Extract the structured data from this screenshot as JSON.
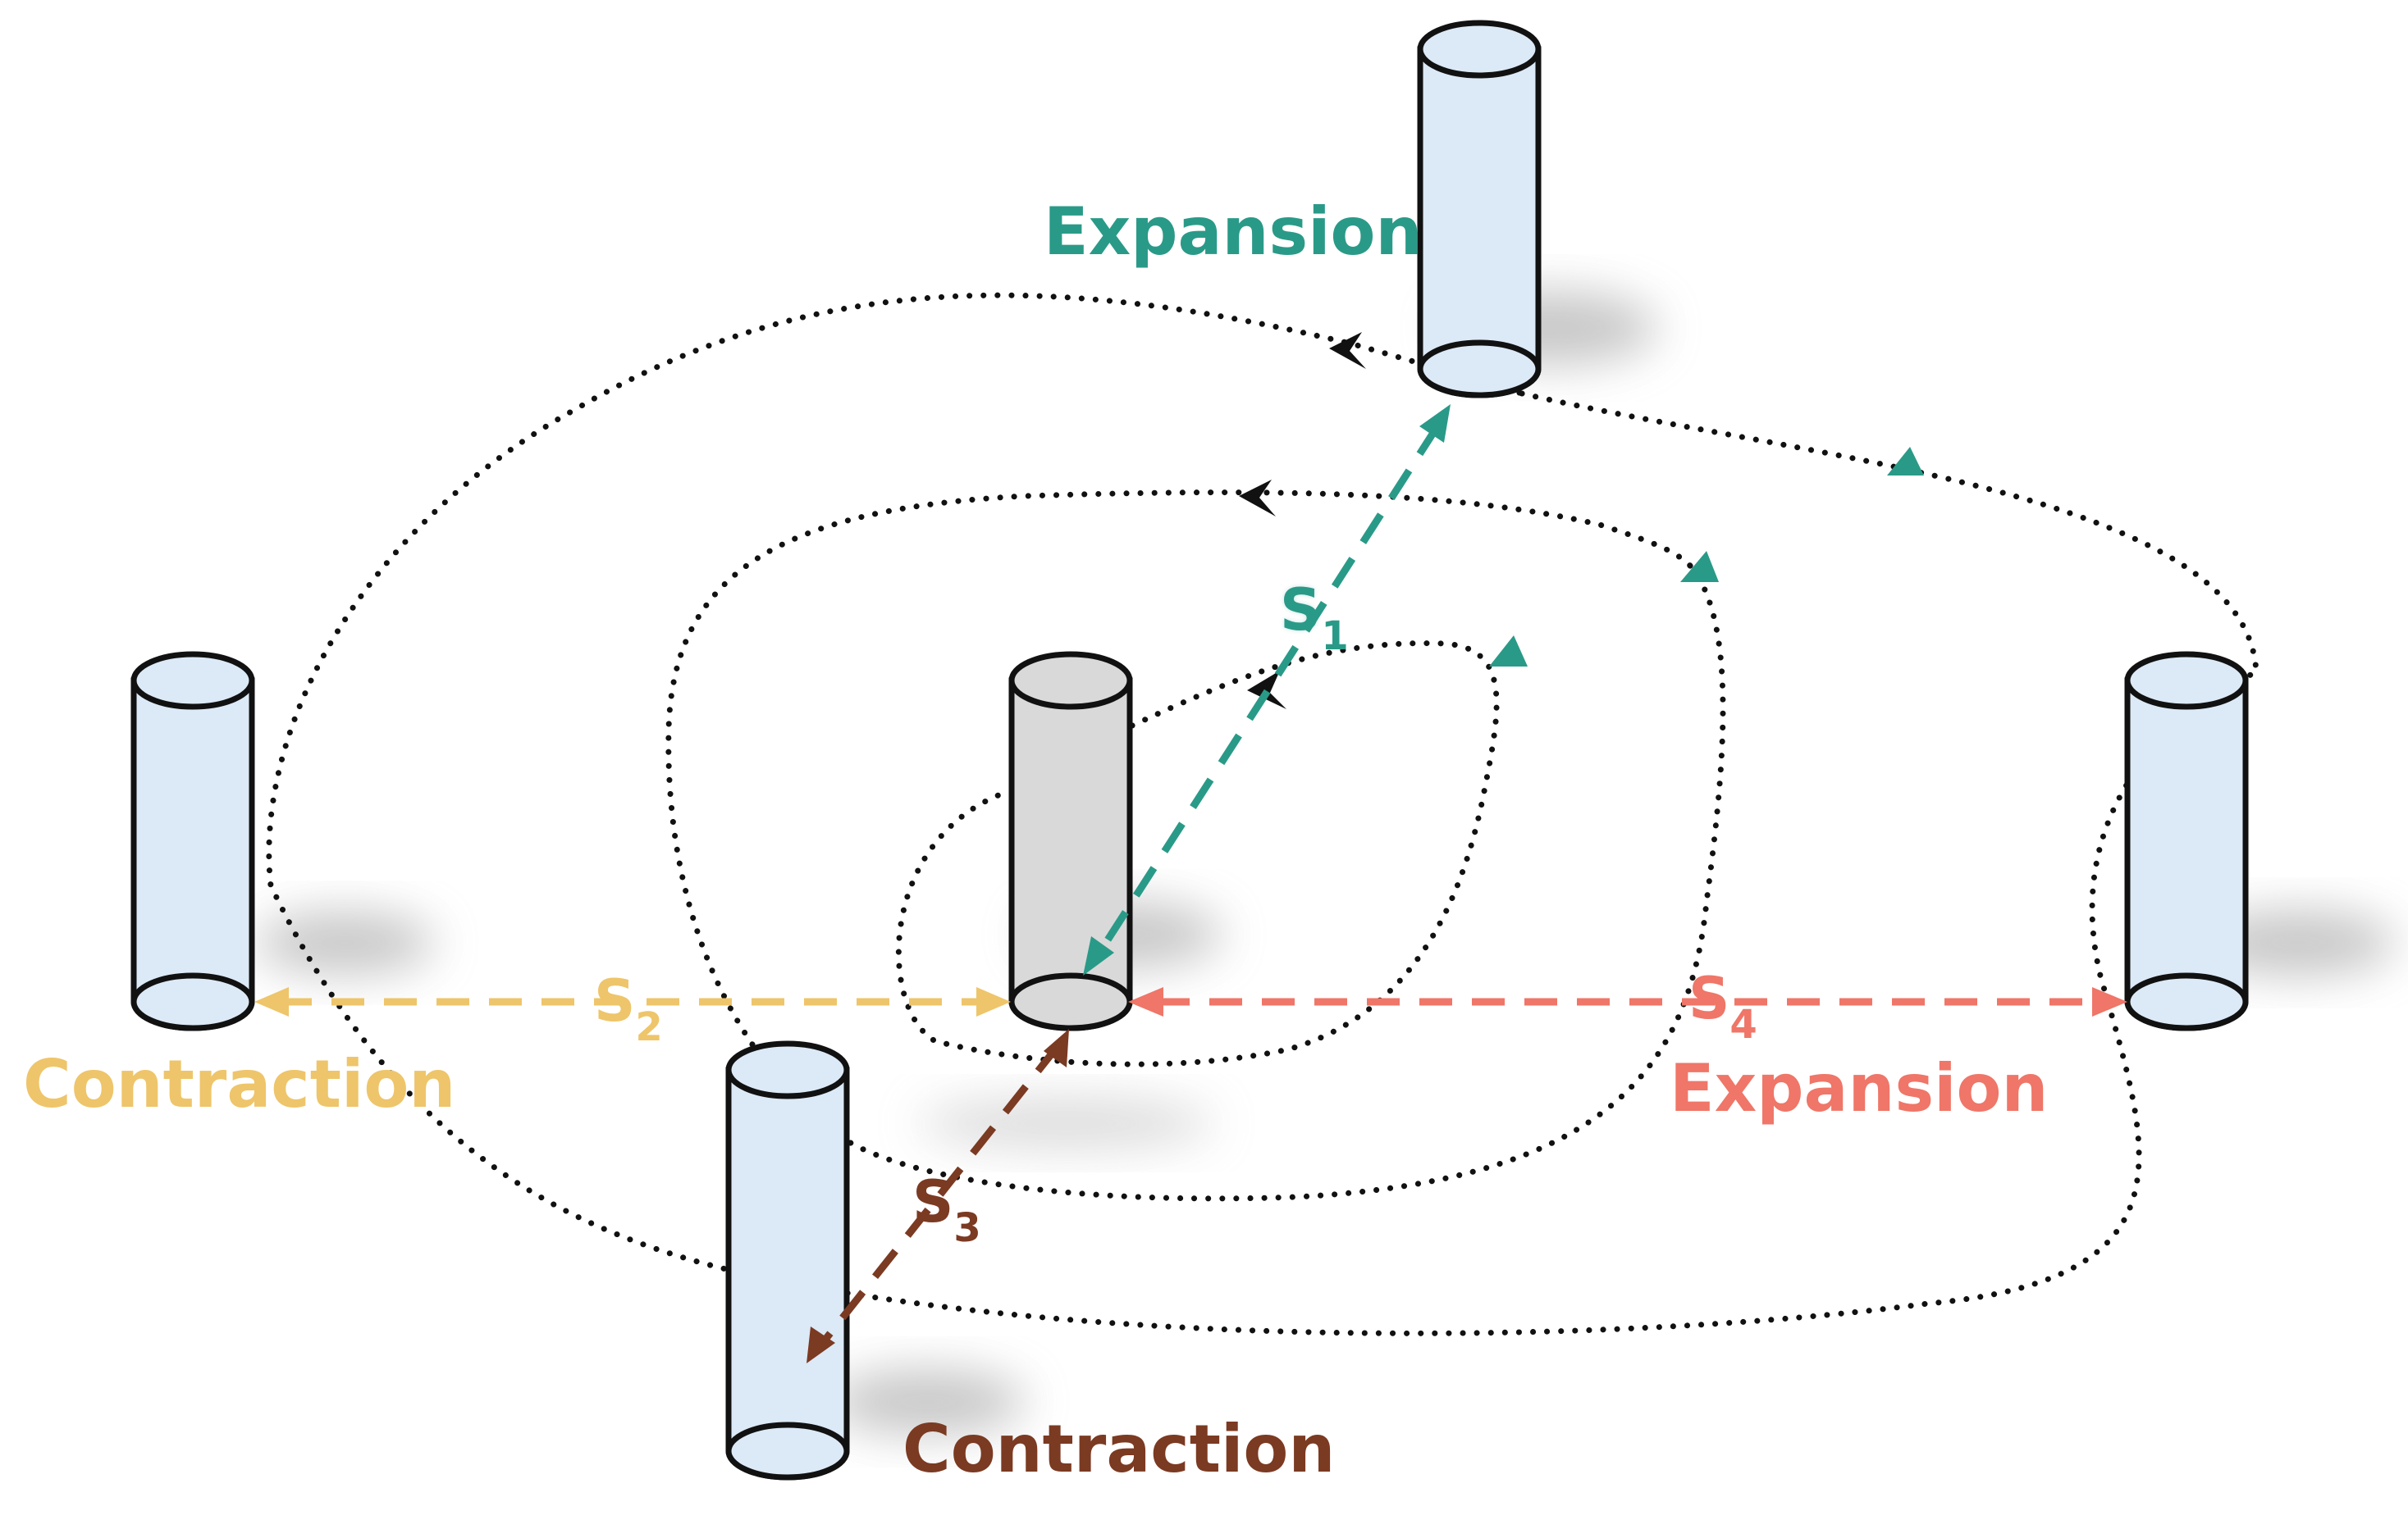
{
  "colors": {
    "teal": "#2a9a88",
    "yellow": "#eec56a",
    "brown": "#7b3a22",
    "salmon": "#ef7668",
    "cylinder_fill": "#dce9f6",
    "center_fill": "#d9d9d9",
    "outline": "#111111"
  },
  "labels": {
    "s1": {
      "main": "S",
      "sub": "1"
    },
    "s2": {
      "main": "S",
      "sub": "2"
    },
    "s3": {
      "main": "S",
      "sub": "3"
    },
    "s4": {
      "main": "S",
      "sub": "4"
    },
    "expansion_top": "Expansion",
    "expansion_right": "Expansion",
    "contraction_left": "Contraction",
    "contraction_bottom": "Contraction"
  },
  "cylinders": [
    {
      "name": "cylinder-top"
    },
    {
      "name": "cylinder-left"
    },
    {
      "name": "cylinder-center"
    },
    {
      "name": "cylinder-right"
    },
    {
      "name": "cylinder-bottom"
    }
  ]
}
